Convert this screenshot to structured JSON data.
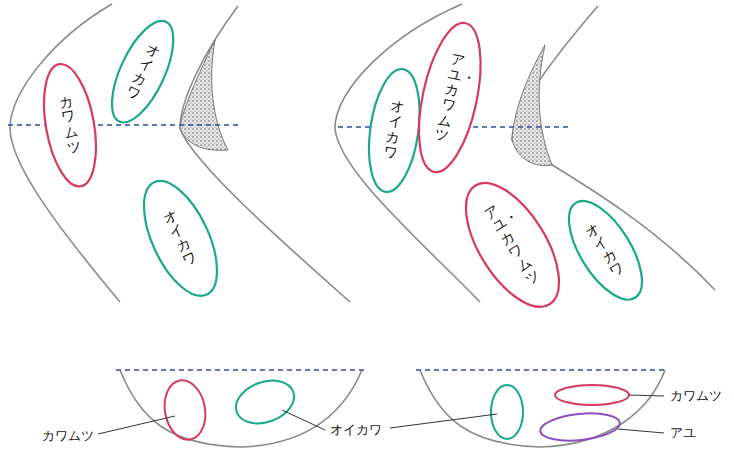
{
  "diagram": {
    "nodes": [
      {
        "text": [
          "カワムツ"
        ]
      },
      {
        "text": [
          "オイカワ"
        ]
      },
      {
        "text": [
          "オイカワ"
        ]
      },
      {
        "text": [
          "オイカワ"
        ]
      },
      {
        "text": [
          "アユ・カワムツ"
        ]
      },
      {
        "text": [
          "アユ・カワムツ"
        ]
      },
      {
        "text": [
          "オイカワ"
        ]
      }
    ],
    "labels": [
      "カワムツ",
      "オイカワ",
      "カワムツ",
      "アユ"
    ]
  }
}
